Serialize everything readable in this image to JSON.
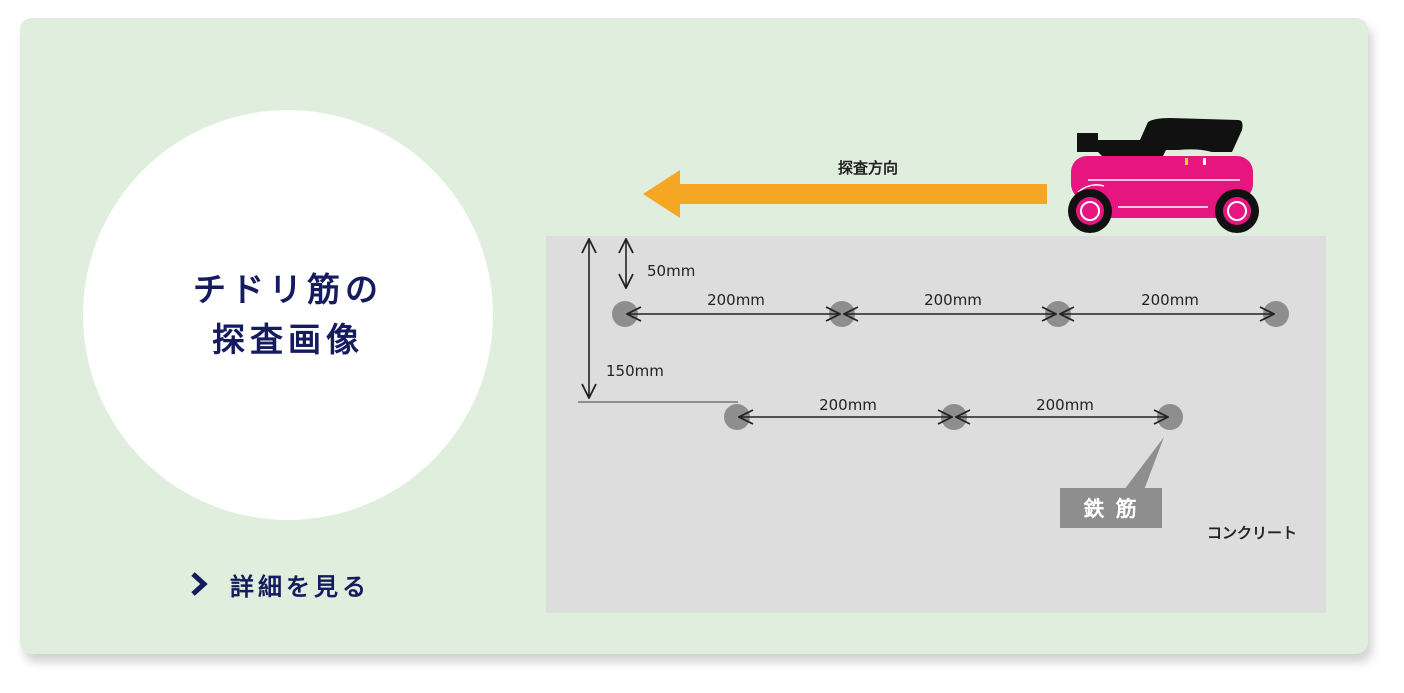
{
  "panel": {
    "title_line1": "チドリ筋の",
    "title_line2": "探査画像",
    "more_link": "詳細を見る"
  },
  "diagram": {
    "direction_label": "探査方向",
    "top_depth": "50mm",
    "bottom_depth": "150mm",
    "top_row_spacings": [
      "200mm",
      "200mm",
      "200mm"
    ],
    "bottom_row_spacings": [
      "200mm",
      "200mm"
    ],
    "rebar_label": "鉄 筋",
    "concrete_label": "コンクリート"
  },
  "colors": {
    "card_bg": "#dfeedd",
    "title": "#141b5e",
    "arrow": "#f5a623",
    "scanner_body": "#e6157f",
    "scanner_handle": "#111111",
    "concrete": "#dddddd",
    "rebar": "#8e8e8e",
    "rebar_label_bg": "#8e8e8e"
  }
}
